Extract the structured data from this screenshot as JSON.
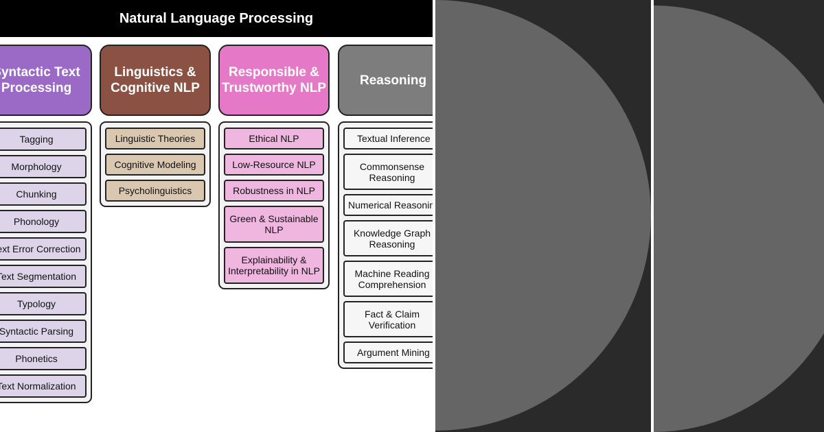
{
  "title": "Natural Language Processing",
  "columns": [
    {
      "header": "Syntactic Text Processing",
      "color": "#9b6ac7",
      "items": [
        "Tagging",
        "Morphology",
        "Chunking",
        "Phonology",
        "Text Error Correction",
        "Text Segmentation",
        "Typology",
        "Syntactic Parsing",
        "Phonetics",
        "Text Normalization"
      ]
    },
    {
      "header": "Linguistics & Cognitive NLP",
      "color": "#8b5244",
      "items": [
        "Linguistic Theories",
        "Cognitive Modeling",
        "Psycholinguistics"
      ]
    },
    {
      "header": "Responsible & Trustworthy NLP",
      "color": "#e679c7",
      "items": [
        "Ethical NLP",
        "Low-Resource NLP",
        "Robustness in NLP",
        "Green & Sustainable NLP",
        "Explainability & Interpretability in NLP"
      ]
    },
    {
      "header": "Reasoning",
      "color": "#7d7d7d",
      "items": [
        "Textual Inference",
        "Commonsense Reasoning",
        "Numerical Reasoning",
        "Knowledge Graph Reasoning",
        "Machine Reading Comprehension",
        "Fact & Claim Verification",
        "Argument Mining"
      ]
    }
  ]
}
